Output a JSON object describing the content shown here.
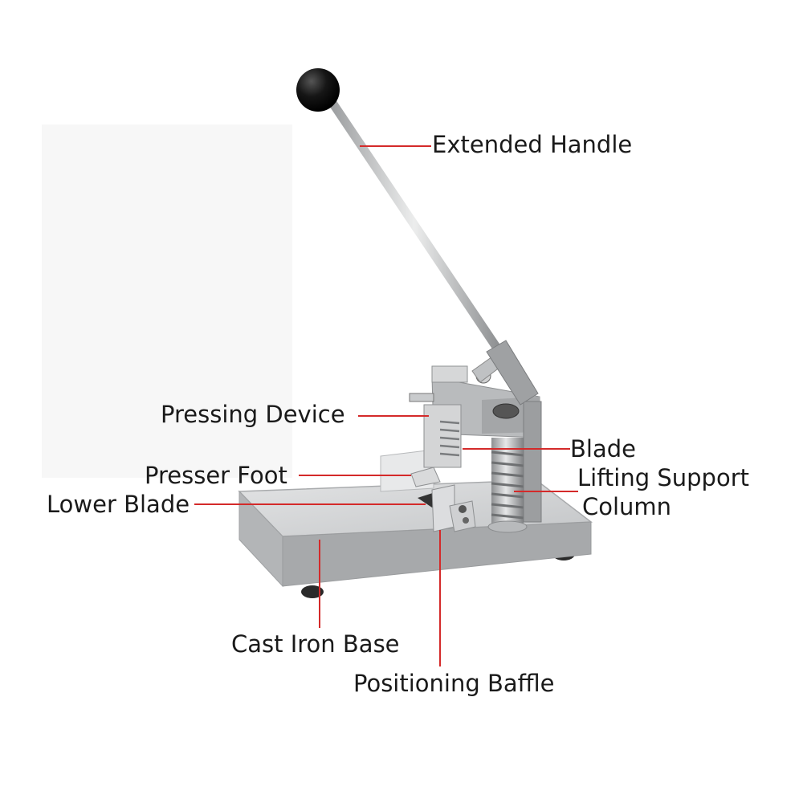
{
  "labels": {
    "extended_handle": "Extended Handle",
    "pressing_device": "Pressing Device",
    "blade": "Blade",
    "lifting_support_line1": "Lifting Support",
    "lifting_support_line2": "Column",
    "presser_foot": "Presser Foot",
    "lower_blade": "Lower Blade",
    "cast_iron_base": "Cast Iron Base",
    "positioning_baffle": "Positioning Baffle"
  },
  "colors": {
    "leader_line": "#d42a2a",
    "label_text": "#1a1a1a",
    "steel": "#c9cbcd",
    "knob": "#111111"
  }
}
